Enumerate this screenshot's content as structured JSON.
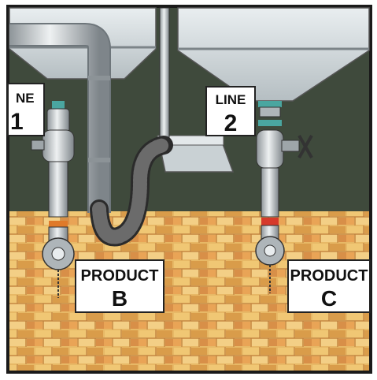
{
  "signs": {
    "line1": {
      "word": "NE",
      "number": "1"
    },
    "line2": {
      "word": "LINE",
      "number": "2"
    },
    "product_b": {
      "word": "PRODUCT",
      "letter": "B"
    },
    "product_c": {
      "word": "PRODUCT",
      "letter": "C"
    }
  },
  "colors": {
    "wall_dark": "#3f4a3c",
    "tank": "#cfd6d8",
    "brick": "#e3b25a",
    "pipe": "#c9ced1",
    "band_orange": "#e07a2a",
    "band_red": "#d63a2a",
    "band_teal": "#4aa6a0"
  }
}
